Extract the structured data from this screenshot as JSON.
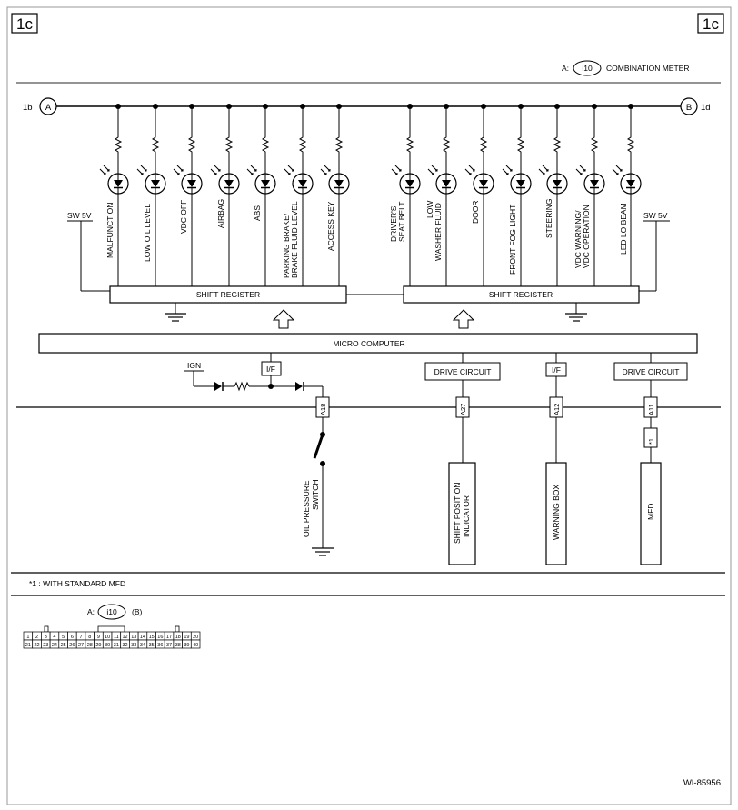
{
  "page_marker": "1c",
  "connection_to_prev": "1b",
  "connection_to_next": "1d",
  "bus_node_a": "A",
  "bus_node_b": "B",
  "legend": {
    "prefix": "A:",
    "connector": "i10",
    "name": "COMBINATION METER"
  },
  "lamps_left": [
    "MALFUNCTION",
    "LOW OIL LEVEL",
    "VDC OFF",
    "AIRBAG",
    "ABS",
    "PARKING BRAKE/",
    "ACCESS KEY"
  ],
  "lamp_left_extra": "BRAKE FLUID LEVEL",
  "lamps_right": [
    "DRIVER'S",
    "LOW",
    "DOOR",
    "FRONT FOG LIGHT",
    "STEERING",
    "VDC WARNING/",
    "LED LO BEAM"
  ],
  "lamps_right_extra": {
    "drivers": "SEAT BELT",
    "low": "WASHER FLUID",
    "vdc": "VDC OPERATION"
  },
  "sw_left": "SW 5V",
  "sw_right": "SW 5V",
  "shift_register_left": "SHIFT REGISTER",
  "shift_register_right": "SHIFT REGISTER",
  "micro_computer": "MICRO COMPUTER",
  "ign": "IGN",
  "if_left": "I/F",
  "if_mid": "I/F",
  "drive_circuit_1": "DRIVE CIRCUIT",
  "drive_circuit_2": "DRIVE CIRCUIT",
  "pins": [
    "A18",
    "A27",
    "A12",
    "A11"
  ],
  "star_mark": "*1",
  "oil_switch": [
    "OIL PRESSURE",
    "SWITCH"
  ],
  "shift_position": [
    "SHIFT POSITION",
    "INDICATOR"
  ],
  "warning_box": "WARNING BOX",
  "mfd": "MFD",
  "footnote": "*1  : WITH STANDARD MFD",
  "connector_view": {
    "prefix": "A:",
    "id": "i10",
    "suffix": "(B)"
  },
  "connector_row1": [
    "1",
    "2",
    "3",
    "4",
    "5",
    "6",
    "7",
    "8",
    "9",
    "10",
    "11",
    "12",
    "13",
    "14",
    "15",
    "16",
    "17",
    "18",
    "19",
    "20"
  ],
  "connector_row2": [
    "21",
    "22",
    "23",
    "24",
    "25",
    "26",
    "27",
    "28",
    "29",
    "30",
    "31",
    "32",
    "33",
    "34",
    "35",
    "36",
    "37",
    "38",
    "39",
    "40"
  ],
  "figure_id": "WI-85956"
}
